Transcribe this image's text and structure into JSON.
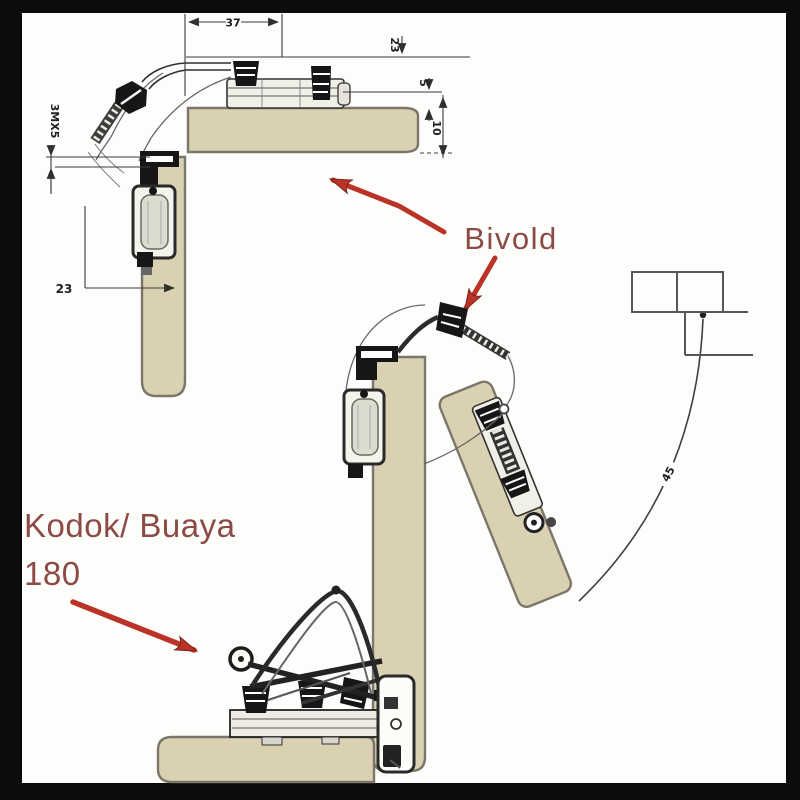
{
  "annotations": {
    "bivold_label": "Bivold",
    "kodok_label_line1": "Kodok/ Buaya",
    "kodok_label_line2": "180"
  },
  "dimensions": {
    "top_width": "37",
    "right_offset": "23",
    "right_gap": "5",
    "right_thickness": "10",
    "screw_spec": "3MX5",
    "left_offset": "23",
    "swing_angle": "45"
  },
  "icons": {
    "red_arrow": "red-arrow-pointer",
    "swing_arc": "door-swing-arc"
  },
  "colors": {
    "canvas": "#fdfdfc",
    "frame": "#0c0c0c",
    "panel-fill": "#d9d1b2",
    "panel-stroke": "#7a776a",
    "line": "#2f2f2f",
    "label-text": "#8c4a45",
    "arrow": "#bb3226"
  }
}
